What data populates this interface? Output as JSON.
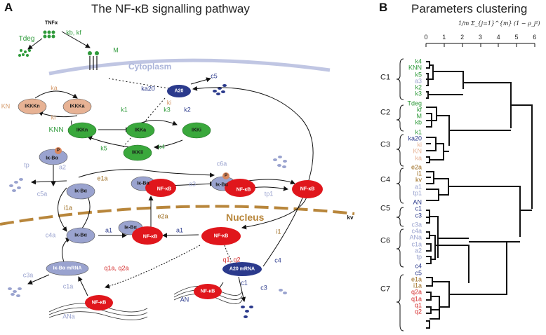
{
  "panel_a": {
    "letter": "A",
    "title": "The NF-κB signalling pathway",
    "compartments": {
      "cytoplasm": "Cytoplasm",
      "nucleus": "Nucleus"
    },
    "nodes": {
      "tnfa": "TNFα",
      "ikkkn": "IKKKn",
      "ikkka": "IKKKa",
      "ikkn": "IKKn",
      "ikka": "IKKa",
      "ikki": "IKKi",
      "ikkii": "IKKii",
      "a20": "A20",
      "ikba_p": "Iκ-Bα",
      "ikba_cyt": "Iκ-Bα",
      "ikba_nuc": "Iκ-Bα",
      "ikba_nfkb_cyt": "Iκ-Bα",
      "nfkb_cyt": "NF-κB",
      "ikba_nfkb_cyt2": "Iκ-Bα",
      "nfkb_cyt2": "NF-κB",
      "nfkb_free_cyt": "NF-κB",
      "ikba_nfkb_nuc": "Iκ-Bα",
      "nfkb_nuc": "NF-κB",
      "nfkb_nuc_free": "NF-κB",
      "ikba_mrna": "Iκ-Bα mRNA",
      "a20_mrna": "A20 mRNA",
      "nfkb_gene1": "NF-κB",
      "nfkb_gene2": "NF-κB",
      "phospho": "P"
    },
    "rates": {
      "tdeg": "Tdeg",
      "kbkf": "kb, kf",
      "M": "M",
      "ka": "ka",
      "KN": "KN",
      "ki": "ki",
      "ka20": "ka20",
      "k2": "k2",
      "c5": "c5",
      "k1": "k1",
      "k3": "k3",
      "KNN": "KNN",
      "k5": "k5",
      "k4": "k4",
      "tp": "tp",
      "a2": "a2",
      "c5a": "c5a",
      "e1a": "e1a",
      "i1a": "i1a",
      "c6a": "c6a",
      "a3": "a3",
      "tp1": "tp1",
      "e2a": "e2a",
      "kv": "kv",
      "c4a": "c4a",
      "a1_left": "a1",
      "a1_right": "a1",
      "i1": "i1",
      "c3a": "c3a",
      "c1a": "c1a",
      "ana": "ANa",
      "q1aq2a": "q1a, q2a",
      "q1q2": "q1, q2",
      "c4": "c4",
      "c1": "c1",
      "c3": "c3",
      "AN": "AN"
    }
  },
  "panel_b": {
    "letter": "B",
    "title": "Parameters clustering",
    "axis_ticks": [
      "0",
      "1",
      "2",
      "3",
      "4",
      "5",
      "6"
    ],
    "axis_formula": "1/m Σ_{j=1}^{m} (1 − ρ_j²)",
    "clusters": [
      {
        "label": "C1",
        "params": [
          {
            "name": "k4",
            "color": "#2e9a3a"
          },
          {
            "name": "KNN",
            "color": "#2e9a3a"
          },
          {
            "name": "k5",
            "color": "#2e9a3a"
          },
          {
            "name": "a3",
            "color": "#9aa3cf"
          },
          {
            "name": "k2",
            "color": "#2e9a3a"
          },
          {
            "name": "k3",
            "color": "#2e9a3a"
          }
        ]
      },
      {
        "label": "C2",
        "params": [
          {
            "name": "Tdeg",
            "color": "#2e9a3a"
          },
          {
            "name": "kf",
            "color": "#2e9a3a"
          },
          {
            "name": "M",
            "color": "#2e9a3a"
          },
          {
            "name": "kb",
            "color": "#2e9a3a"
          }
        ]
      },
      {
        "label": "C3",
        "params": [
          {
            "name": "k1",
            "color": "#2e9a3a"
          },
          {
            "name": "ka20",
            "color": "#2b3a8c"
          },
          {
            "name": "ki",
            "color": "#e7b294"
          },
          {
            "name": "KN",
            "color": "#e7b294"
          },
          {
            "name": "ka",
            "color": "#e7b294"
          }
        ]
      },
      {
        "label": "C4",
        "params": [
          {
            "name": "e2a",
            "color": "#9b6a1c"
          },
          {
            "name": "i1",
            "color": "#9b6a1c"
          },
          {
            "name": "kv",
            "color": "#9b6a1c"
          },
          {
            "name": "a1",
            "color": "#9aa3cf"
          },
          {
            "name": "tp1",
            "color": "#9aa3cf"
          }
        ]
      },
      {
        "label": "C5",
        "params": [
          {
            "name": "AN",
            "color": "#2b3a8c"
          },
          {
            "name": "c1",
            "color": "#2b3a8c"
          },
          {
            "name": "c3",
            "color": "#2b3a8c"
          }
        ]
      },
      {
        "label": "C6",
        "params": [
          {
            "name": "c3a",
            "color": "#9aa3cf"
          },
          {
            "name": "c4a",
            "color": "#9aa3cf"
          },
          {
            "name": "ANa",
            "color": "#9aa3cf"
          },
          {
            "name": "c1a",
            "color": "#9aa3cf"
          },
          {
            "name": "a2",
            "color": "#9aa3cf"
          },
          {
            "name": "tp",
            "color": "#9aa3cf"
          }
        ]
      },
      {
        "label": "C7",
        "params": [
          {
            "name": "c4",
            "color": "#2b3a8c"
          },
          {
            "name": "c5",
            "color": "#2b3a8c"
          },
          {
            "name": "e1a",
            "color": "#9b6a1c"
          },
          {
            "name": "i1a",
            "color": "#9b6a1c"
          },
          {
            "name": "q2a",
            "color": "#d42a2a"
          },
          {
            "name": "q1a",
            "color": "#d42a2a"
          },
          {
            "name": "q1",
            "color": "#d42a2a"
          },
          {
            "name": "q2",
            "color": "#d42a2a"
          }
        ]
      }
    ]
  }
}
